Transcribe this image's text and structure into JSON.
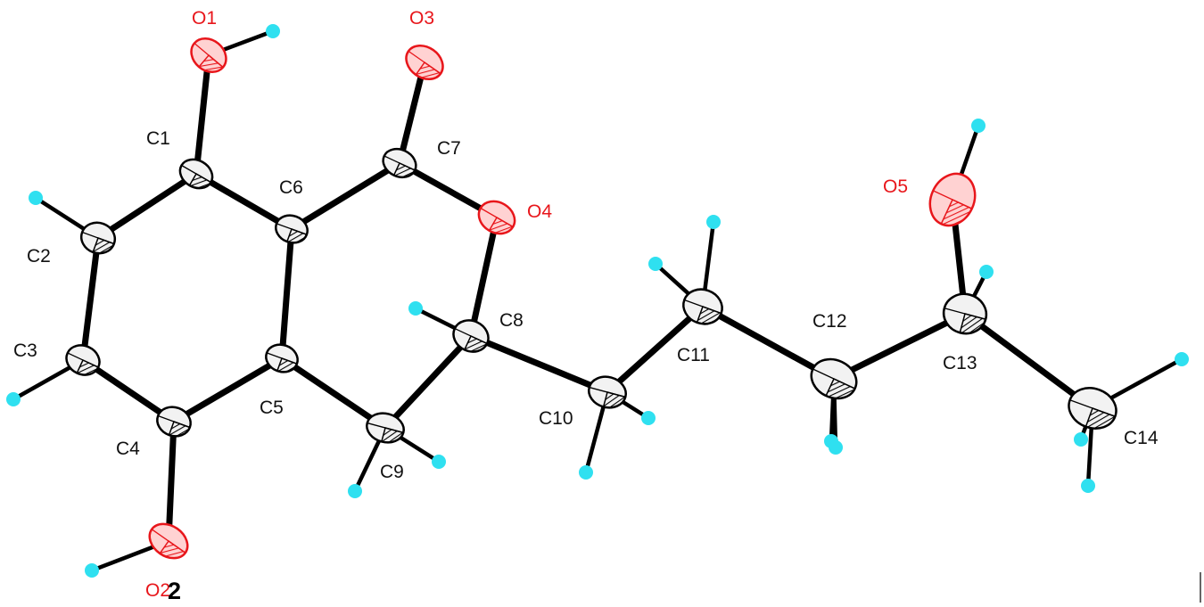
{
  "figure": {
    "compound_number": "2",
    "colors": {
      "carbon_fill": "#f2f2f2",
      "carbon_stroke": "#000000",
      "oxygen_fill": "#ffd2d2",
      "oxygen_stroke": "#e8161b",
      "hydrogen_fill": "#2fe0f0",
      "bond": "#000000",
      "carbon_label": "#111111",
      "oxygen_label": "#e8161b"
    },
    "atoms": [
      {
        "id": "O1",
        "label": "O1",
        "element": "O"
      },
      {
        "id": "O3",
        "label": "O3",
        "element": "O"
      },
      {
        "id": "C1",
        "label": "C1",
        "element": "C"
      },
      {
        "id": "C7",
        "label": "C7",
        "element": "C"
      },
      {
        "id": "C6",
        "label": "C6",
        "element": "C"
      },
      {
        "id": "O4",
        "label": "O4",
        "element": "O"
      },
      {
        "id": "C2",
        "label": "C2",
        "element": "C"
      },
      {
        "id": "C8",
        "label": "C8",
        "element": "C"
      },
      {
        "id": "C3",
        "label": "C3",
        "element": "C"
      },
      {
        "id": "C5",
        "label": "C5",
        "element": "C"
      },
      {
        "id": "C4",
        "label": "C4",
        "element": "C"
      },
      {
        "id": "C9",
        "label": "C9",
        "element": "C"
      },
      {
        "id": "C10",
        "label": "C10",
        "element": "C"
      },
      {
        "id": "C11",
        "label": "C11",
        "element": "C"
      },
      {
        "id": "C12",
        "label": "C12",
        "element": "C"
      },
      {
        "id": "O5",
        "label": "O5",
        "element": "O"
      },
      {
        "id": "C13",
        "label": "C13",
        "element": "C"
      },
      {
        "id": "C14",
        "label": "C14",
        "element": "C"
      },
      {
        "id": "O2",
        "label": "O2",
        "element": "O"
      }
    ],
    "bonds": [
      [
        "O1",
        "C1"
      ],
      [
        "O3",
        "C7"
      ],
      [
        "C1",
        "C6"
      ],
      [
        "C1",
        "C2"
      ],
      [
        "C2",
        "C3"
      ],
      [
        "C3",
        "C4"
      ],
      [
        "C4",
        "C5"
      ],
      [
        "C5",
        "C6"
      ],
      [
        "C6",
        "C7"
      ],
      [
        "C7",
        "O4"
      ],
      [
        "O4",
        "C8"
      ],
      [
        "C8",
        "C9"
      ],
      [
        "C9",
        "C5"
      ],
      [
        "C4",
        "O2"
      ],
      [
        "C8",
        "C10"
      ],
      [
        "C10",
        "C11"
      ],
      [
        "C11",
        "C12"
      ],
      [
        "C12",
        "C13"
      ],
      [
        "C13",
        "O5"
      ],
      [
        "C13",
        "C14"
      ]
    ],
    "hydrogens": [
      {
        "parent": "O1"
      },
      {
        "parent": "C2"
      },
      {
        "parent": "C3"
      },
      {
        "parent": "O2"
      },
      {
        "parent": "C8"
      },
      {
        "parent": "C9"
      },
      {
        "parent": "C9"
      },
      {
        "parent": "C10"
      },
      {
        "parent": "C10"
      },
      {
        "parent": "C11"
      },
      {
        "parent": "C11"
      },
      {
        "parent": "C12"
      },
      {
        "parent": "C12"
      },
      {
        "parent": "O5"
      },
      {
        "parent": "C13"
      },
      {
        "parent": "C14"
      },
      {
        "parent": "C14"
      },
      {
        "parent": "C14"
      }
    ]
  }
}
